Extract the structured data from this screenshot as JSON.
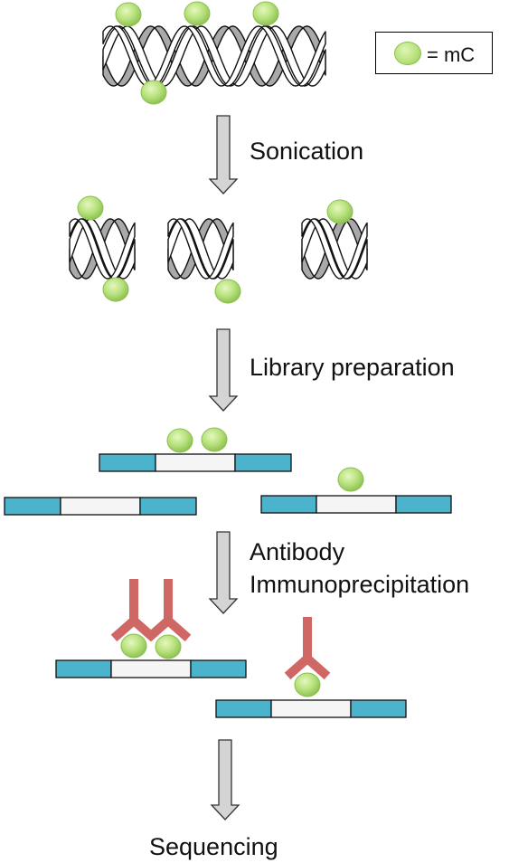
{
  "legend": {
    "label": "= mC",
    "icon": "methyl-cytosine-dot"
  },
  "steps": [
    {
      "id": "sonication",
      "label": "Sonication"
    },
    {
      "id": "library",
      "label": "Library preparation"
    },
    {
      "id": "antibody",
      "label": "Antibody"
    },
    {
      "id": "immuno",
      "label": "Immunoprecipitation"
    },
    {
      "id": "sequencing",
      "label": "Sequencing"
    }
  ],
  "colors": {
    "methyl_dot": "#b9e27e",
    "adapter": "#4bb3cc",
    "insert": "#f5f5f5",
    "antibody": "#cf6864",
    "arrow": "#d4d4d4",
    "helix_dark": "#a9a9a9"
  }
}
